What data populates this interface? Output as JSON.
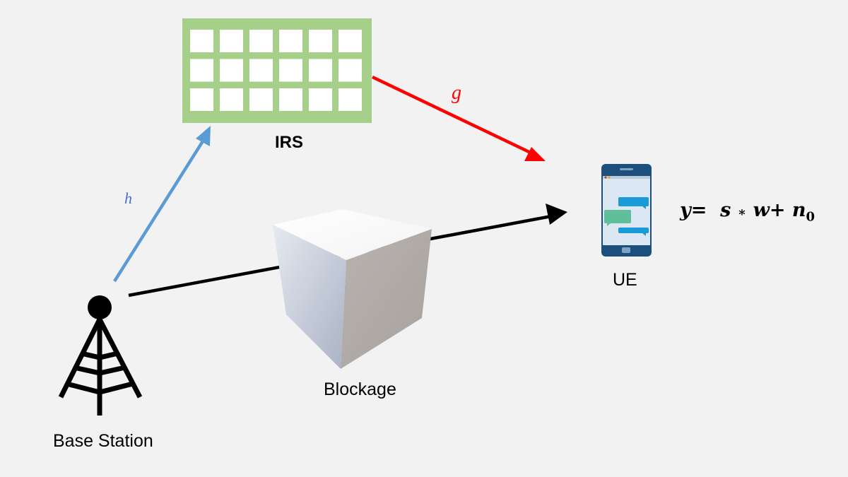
{
  "diagram": {
    "nodes": {
      "irs": {
        "label": "IRS",
        "color": "#a6d08a",
        "rows": 3,
        "cols": 6
      },
      "base_station": {
        "label": "Base Station"
      },
      "blockage": {
        "label": "Blockage"
      },
      "ue": {
        "label": "UE"
      }
    },
    "links": {
      "h": {
        "label": "h",
        "from": "Base Station",
        "to": "IRS",
        "color": "#5b9bd5"
      },
      "g": {
        "label": "g",
        "from": "IRS",
        "to": "UE",
        "color": "#ff0000"
      },
      "direct": {
        "from": "Base Station",
        "to": "UE",
        "color": "#000000",
        "blocked_by": "Blockage"
      }
    },
    "equation": {
      "y": "y",
      "eq": "=",
      "s": "s",
      "op_mul": "∗",
      "w": "w",
      "op_plus": "+",
      "n": "n",
      "sub": "0"
    }
  }
}
